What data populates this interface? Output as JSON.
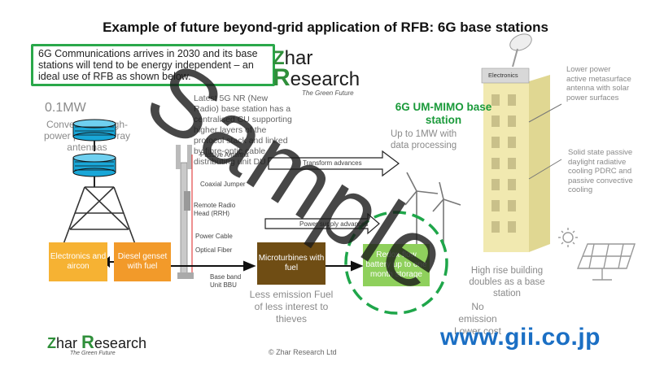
{
  "title": "Example of future beyond-grid application of RFB: 6G base stations",
  "intro_text": "6G Communications arrives in 2030 and its base stations will tend to be energy independent – an ideal use of RFB as shown below.",
  "logo": {
    "z": "Z",
    "har": "har",
    "r": "R",
    "esearch": "esearch",
    "tagline": "The Green Future"
  },
  "left_power": "0.1MW",
  "left_desc": "Conventional high-power phased array antennas",
  "mid_note": "Latest 5G NR (New Radio) base station has a centralised CU supporting higher layers of the protocol stack and linked by fibre-optic cable distributing unit DU",
  "uimimo_title": "6G UM-MIMO base station",
  "uimimo_sub": "Up to 1MW with data processing",
  "right_note1": "Lower power active metasurface antenna with solar power surfaces",
  "right_note2": "Solid state passive daylight radiative cooling PDRC and passive convective cooling",
  "building_label": "High rise building doubles as a base station",
  "electronics_label": "Electronics",
  "tower_labels": {
    "passive_antenna": "Passive Antenna",
    "coaxial": "Coaxial Jumper",
    "rrh": "Remote Radio Head (RRH)",
    "power_cable": "Power Cable",
    "optical_fiber": "Optical Fiber",
    "bbu": "Base band Unit BBU"
  },
  "arrows": {
    "transform": "Transform advances",
    "power_supply": "Power supply advances"
  },
  "boxes": {
    "electronics": "Electronics and aircon",
    "diesel": "Diesel genset with fuel",
    "micro": "Microturbines with fuel",
    "redox": "Redox flow battery up to one month storage"
  },
  "micro_caption": "Less emission Fuel of less interest to thieves",
  "redox_caption": "No emission Lower cost",
  "watermark": "Sample",
  "copyright": "© Zhar Research Ltd",
  "gii": "www.gii.co.jp",
  "colors": {
    "green": "#2aa84a",
    "orange": "#f4a52a",
    "brown": "#6b4a12",
    "lightgreen": "#8ccf55",
    "cyan": "#19a7d8"
  }
}
